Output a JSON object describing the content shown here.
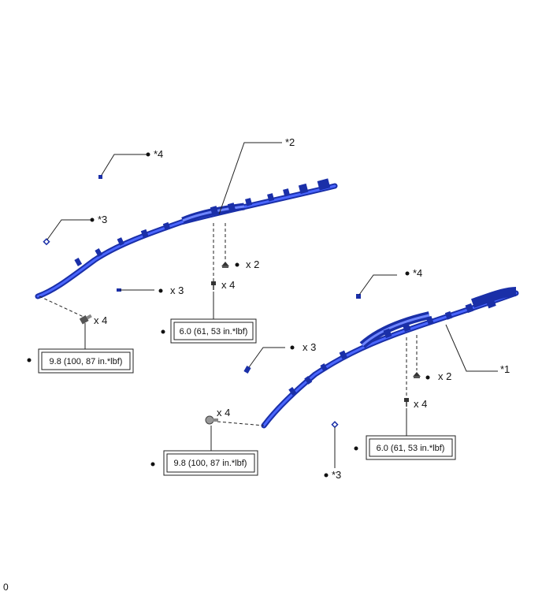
{
  "callouts": {
    "c2": "*2",
    "c4_left": "*4",
    "c3_left": "*3",
    "c4_right": "*4",
    "c3_right": "*3",
    "c1": "*1"
  },
  "quantities": {
    "left_x2": "x 2",
    "left_x4_center": "x 4",
    "left_x3": "x 3",
    "left_x4_end": "x 4",
    "right_x3": "x 3",
    "right_x2": "x 2",
    "right_x4_center": "x 4",
    "right_x4_end": "x 4"
  },
  "torques": {
    "left_center": "6.0 (61, 53 in.*lbf)",
    "left_end": "9.8 (100, 87 in.*lbf)",
    "right_end": "9.8 (100, 87 in.*lbf)",
    "right_center": "6.0 (61, 53 in.*lbf)"
  },
  "footer_code": "0",
  "colors": {
    "harness_dark": "#1a2fa8",
    "harness_mid": "#2f49e0",
    "harness_light": "#6f86ff",
    "line": "#222222"
  }
}
